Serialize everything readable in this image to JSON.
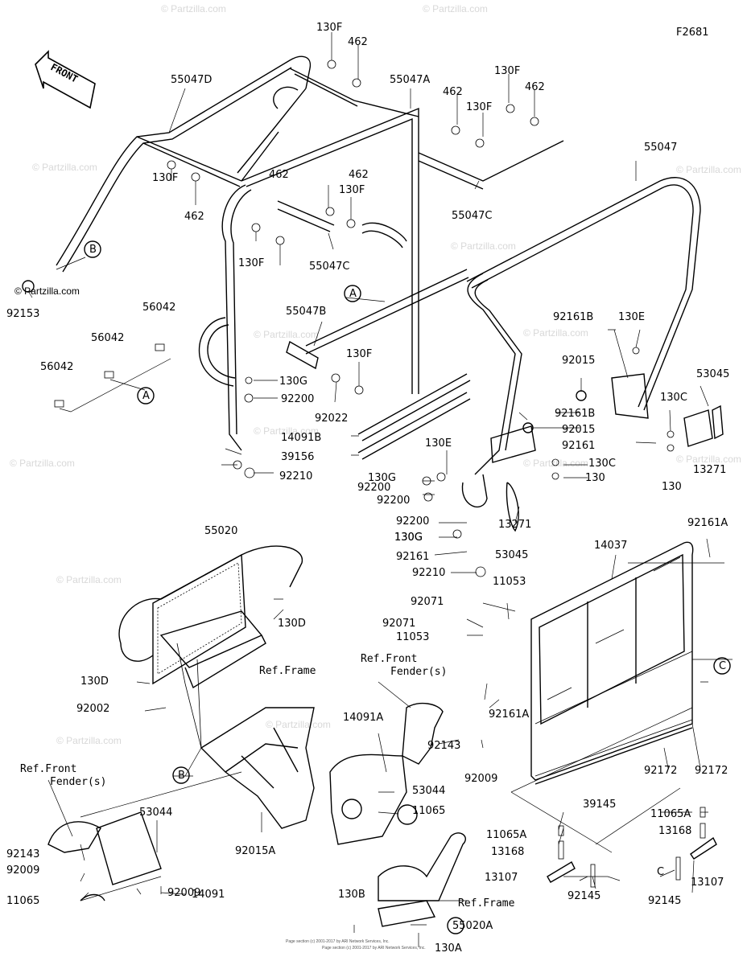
{
  "figure_code": "F2681",
  "front_arrow": "FRONT",
  "watermark": "© Partzilla.com",
  "footer": [
    "Page section (c) 2001-2017 by ARI Network Services, Inc.",
    "Page section (c) 2001-2017 by ARI Network Services, Inc."
  ],
  "labels": [
    "130F",
    "462",
    "55047D",
    "55047A",
    "462",
    "130F",
    "130F",
    "462",
    "130F",
    "462",
    "55047",
    "462",
    "130F",
    "55047C",
    "B",
    "130F",
    "462",
    "55047C",
    "92153",
    "56042",
    "A",
    "56042",
    "55047B",
    "130F",
    "56042",
    "130G",
    "A",
    "92200",
    "92022",
    "92161B",
    "130E",
    "92015",
    "53045",
    "130C",
    "92161B",
    "92015",
    "92161",
    "14091B",
    "39156",
    "130E",
    "92200",
    "130G",
    "92200",
    "130G",
    "92210",
    "130C",
    "130",
    "13271",
    "130",
    "13271",
    "92200",
    "130G",
    "92161",
    "53045",
    "92210",
    "55020",
    "130D",
    "14037",
    "92161A",
    "11053",
    "92071",
    "92071",
    "11053",
    "130D",
    "92002",
    "C",
    "92161A",
    "92143",
    "92009",
    "14091A",
    "53044",
    "11065",
    "92143",
    "92009",
    "11065",
    "53044",
    "14091",
    "92009",
    "92015A",
    "B",
    "39145",
    "92172",
    "92172",
    "11065A",
    "13168",
    "13107",
    "92145",
    "11065A",
    "13168",
    "13107",
    "92145",
    "C",
    "130B",
    "55020A",
    "130A"
  ],
  "refs": [
    "Ref.Frame",
    "Ref.Front\nFender(s)",
    "Ref.Front\nFender(s)",
    "Ref.Frame"
  ]
}
